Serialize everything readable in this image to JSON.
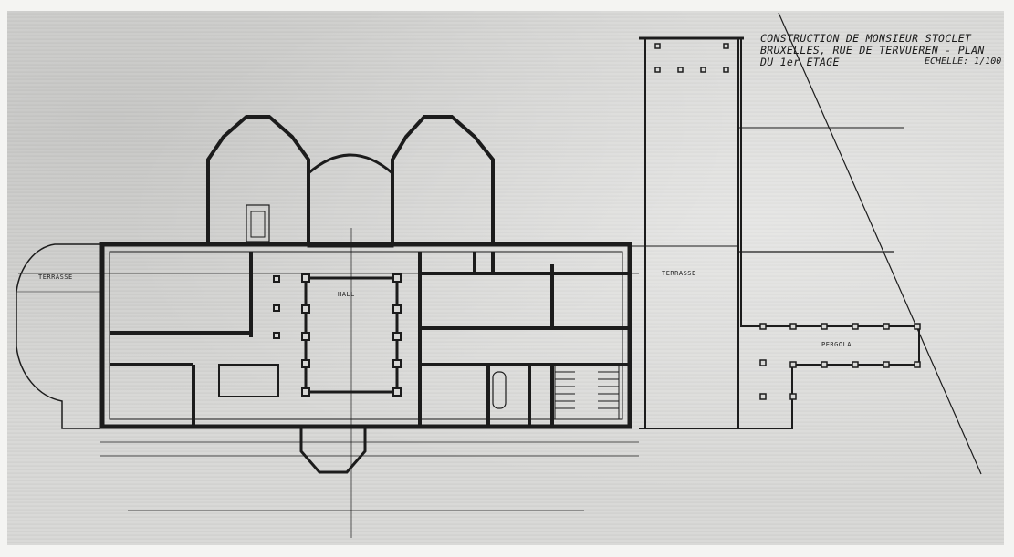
{
  "title_block": {
    "line1": "CONSTRUCTION DE MONSIEUR STOCLET",
    "line2": "BRUXELLES, RUE DE TERVUEREN - PLAN",
    "line3": "DU 1er ETAGE",
    "scale": "ECHELLE: 1/100"
  },
  "room_labels": {
    "terrace_left": "TERRASSE",
    "hall": "HALL",
    "terrace_right": "TERRASSE",
    "pergola": "PERGOLA"
  },
  "colors": {
    "paper": "#d8d8d6",
    "ink": "#1c1c1c"
  }
}
